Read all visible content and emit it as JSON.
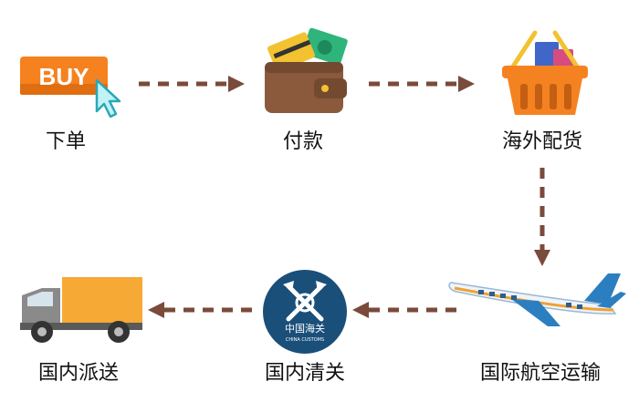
{
  "steps": [
    {
      "label": "下单",
      "icon": "buy-button-icon"
    },
    {
      "label": "付款",
      "icon": "wallet-icon"
    },
    {
      "label": "海外配货",
      "icon": "shopping-basket-icon"
    },
    {
      "label": "国际航空运输",
      "icon": "airplane-icon"
    },
    {
      "label": "国内清关",
      "icon": "china-customs-icon"
    },
    {
      "label": "国内派送",
      "icon": "delivery-truck-icon"
    }
  ],
  "buy_text": "BUY",
  "customs_text": {
    "cn": "中国海关",
    "en": "CHINA CUSTOMS"
  },
  "colors": {
    "arrow": "#7a4a3a",
    "buy": "#f5821f",
    "wallet": "#8b5a3c",
    "basket": "#f58220",
    "truck_cargo": "#f7a935",
    "customs_badge": "#1a4f7a",
    "plane_stripe": "#2b7fc1"
  }
}
